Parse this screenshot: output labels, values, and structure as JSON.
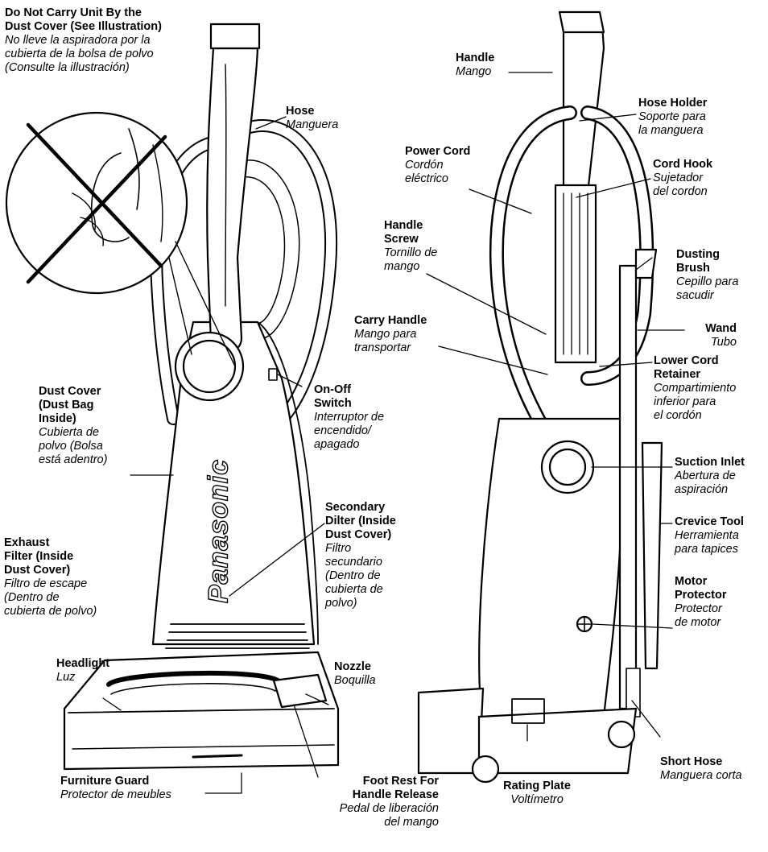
{
  "brand": "Panasonic",
  "labels": {
    "do_not_carry": {
      "en": "Do Not Carry Unit By the\nDust Cover (See Illustration)",
      "es": "No lleve la aspiradora por la\ncubierta de la bolsa de polvo\n(Consulte la illustración)"
    },
    "hose": {
      "en": "Hose",
      "es": "Manguera"
    },
    "on_off_switch": {
      "en": "On-Off\nSwitch",
      "es": "Interruptor de\nencendido/\napagado"
    },
    "dust_cover": {
      "en": "Dust Cover\n(Dust Bag\nInside)",
      "es": "Cubierta de\npolvo (Bolsa\nestá adentro)"
    },
    "secondary_filter": {
      "en": "Secondary\nDilter (Inside\nDust Cover)",
      "es": "Filtro\nsecundario\n(Dentro de\ncubierta de\npolvo)"
    },
    "exhaust_filter": {
      "en": "Exhaust\nFilter (Inside\nDust Cover)",
      "es": "Filtro de escape\n(Dentro de\ncubierta de polvo)"
    },
    "headlight": {
      "en": "Headlight",
      "es": "Luz"
    },
    "nozzle": {
      "en": "Nozzle",
      "es": "Boquilla"
    },
    "furniture_guard": {
      "en": "Furniture Guard",
      "es": "Protector de meubles"
    },
    "foot_rest": {
      "en": "Foot Rest For\nHandle Release",
      "es": "Pedal de liberación\ndel mango"
    },
    "handle": {
      "en": "Handle",
      "es": "Mango"
    },
    "hose_holder": {
      "en": "Hose Holder",
      "es": "Soporte para\nla manguera"
    },
    "power_cord": {
      "en": "Power Cord",
      "es": "Cordón\neléctrico"
    },
    "cord_hook": {
      "en": "Cord Hook",
      "es": "Sujetador\ndel cordon"
    },
    "handle_screw": {
      "en": "Handle\nScrew",
      "es": "Tornillo de\nmango"
    },
    "dusting_brush": {
      "en": "Dusting\nBrush",
      "es": "Cepillo para\nsacudir"
    },
    "carry_handle": {
      "en": "Carry Handle",
      "es": "Mango para\ntransportar"
    },
    "wand": {
      "en": "Wand",
      "es": "Tubo"
    },
    "lower_cord_retainer": {
      "en": "Lower Cord\nRetainer",
      "es": "Compartimiento\ninferior para\nel cordón"
    },
    "suction_inlet": {
      "en": "Suction Inlet",
      "es": "Abertura de\naspiración"
    },
    "crevice_tool": {
      "en": "Crevice Tool",
      "es": "Herramienta\npara tapices"
    },
    "motor_protector": {
      "en": "Motor\nProtector",
      "es": "Protector\nde motor"
    },
    "short_hose": {
      "en": "Short Hose",
      "es": "Manguera corta"
    },
    "rating_plate": {
      "en": "Rating Plate",
      "es": "Voltímetro"
    }
  }
}
